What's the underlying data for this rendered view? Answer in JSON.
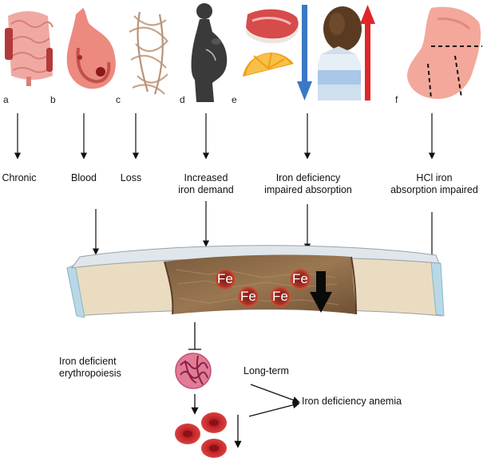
{
  "panels": {
    "a": {
      "letter": "a",
      "label": "Chronic"
    },
    "b": {
      "letter": "b",
      "label": "Blood"
    },
    "c": {
      "letter": "c",
      "label": "Loss"
    },
    "d": {
      "letter": "d",
      "label_1": "Increased",
      "label_2": "iron demand"
    },
    "e": {
      "letter": "e",
      "label_1": "Iron deficiency",
      "label_2": "impaired absorption"
    },
    "f": {
      "letter": "f",
      "label_1": "HCl iron",
      "label_2": "absorption impaired"
    }
  },
  "bone": {
    "fe_label": "Fe"
  },
  "bottom": {
    "erythro_1": "Iron deficient",
    "erythro_2": "erythropoiesis",
    "long_term": "Long-term",
    "anemia": "Iron deficiency anemia"
  },
  "colors": {
    "down_arrow_blue": "#3b78c4",
    "up_arrow_red": "#e0262a",
    "bone_cortex": "#eadcc0",
    "marrow": "#8a6a48",
    "blood_cell": "#c9292e"
  }
}
